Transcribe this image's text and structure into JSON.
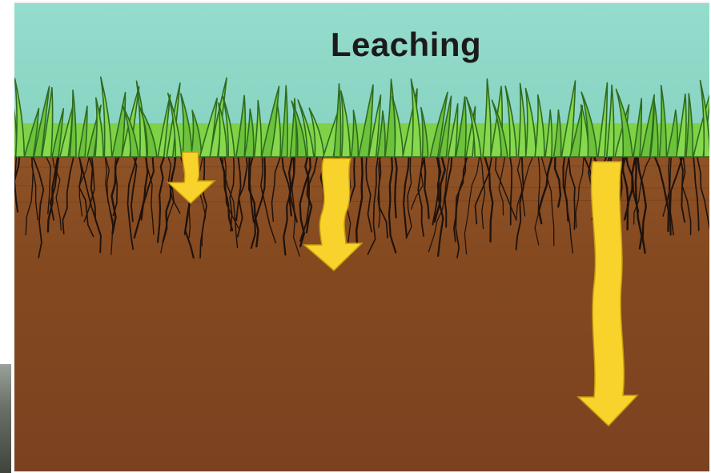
{
  "title": "Leaching",
  "colors": {
    "sky": "#8fd8c8",
    "grass_light": "#7fd246",
    "grass_dark": "#2f6b1e",
    "soil_top": "#8a4e25",
    "soil_deep": "#7c4420",
    "roots": "#1e120c",
    "arrow_fill": "#f7d32b",
    "arrow_stroke": "#c79a10"
  },
  "arrows": [
    {
      "name": "shallow-leaching-arrow",
      "depth": "shallow"
    },
    {
      "name": "medium-leaching-arrow",
      "depth": "medium"
    },
    {
      "name": "deep-leaching-arrow",
      "depth": "deep"
    }
  ]
}
